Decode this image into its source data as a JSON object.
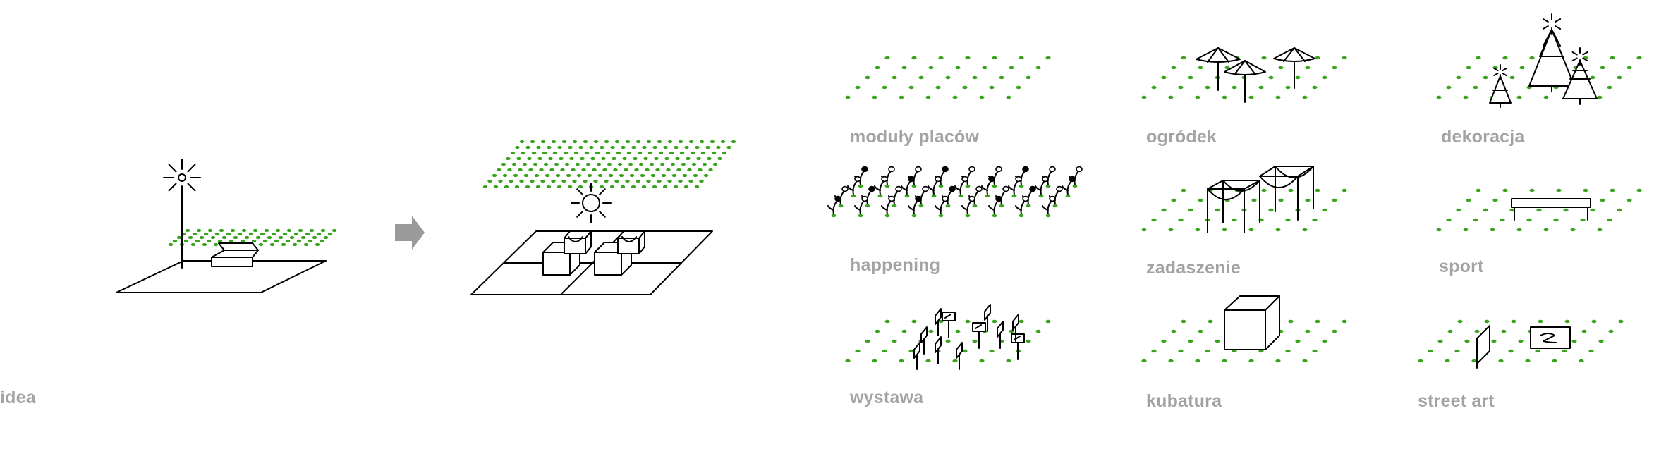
{
  "colors": {
    "dot": "#3aa31e",
    "label": "#a3a3a3",
    "line": "#000000",
    "arrow": "#9a9a9a"
  },
  "labels": {
    "idea": "idea",
    "moduly_placow": "moduły placów",
    "ogrodek": "ogródek",
    "dekoracja": "dekoracja",
    "happening": "happening",
    "zadaszenie": "zadaszenie",
    "sport": "sport",
    "wystawa": "wystawa",
    "kubatura": "kubatura",
    "street_art": "street art"
  },
  "icons": {
    "idea_lamp": "street-lamp-icon",
    "idea_bench": "bench-icon",
    "arrow": "arrow-right-icon",
    "lamp_bulb": "light-bulb-icon",
    "seat": "seat-module-icon",
    "umbrella": "umbrella-icon",
    "tree": "christmas-tree-icon",
    "flower": "flower-icon",
    "canopy": "canopy-icon",
    "bench": "sport-bench-icon",
    "frame": "exhibition-frame-icon",
    "cube": "cube-icon",
    "panel": "art-panel-icon"
  }
}
